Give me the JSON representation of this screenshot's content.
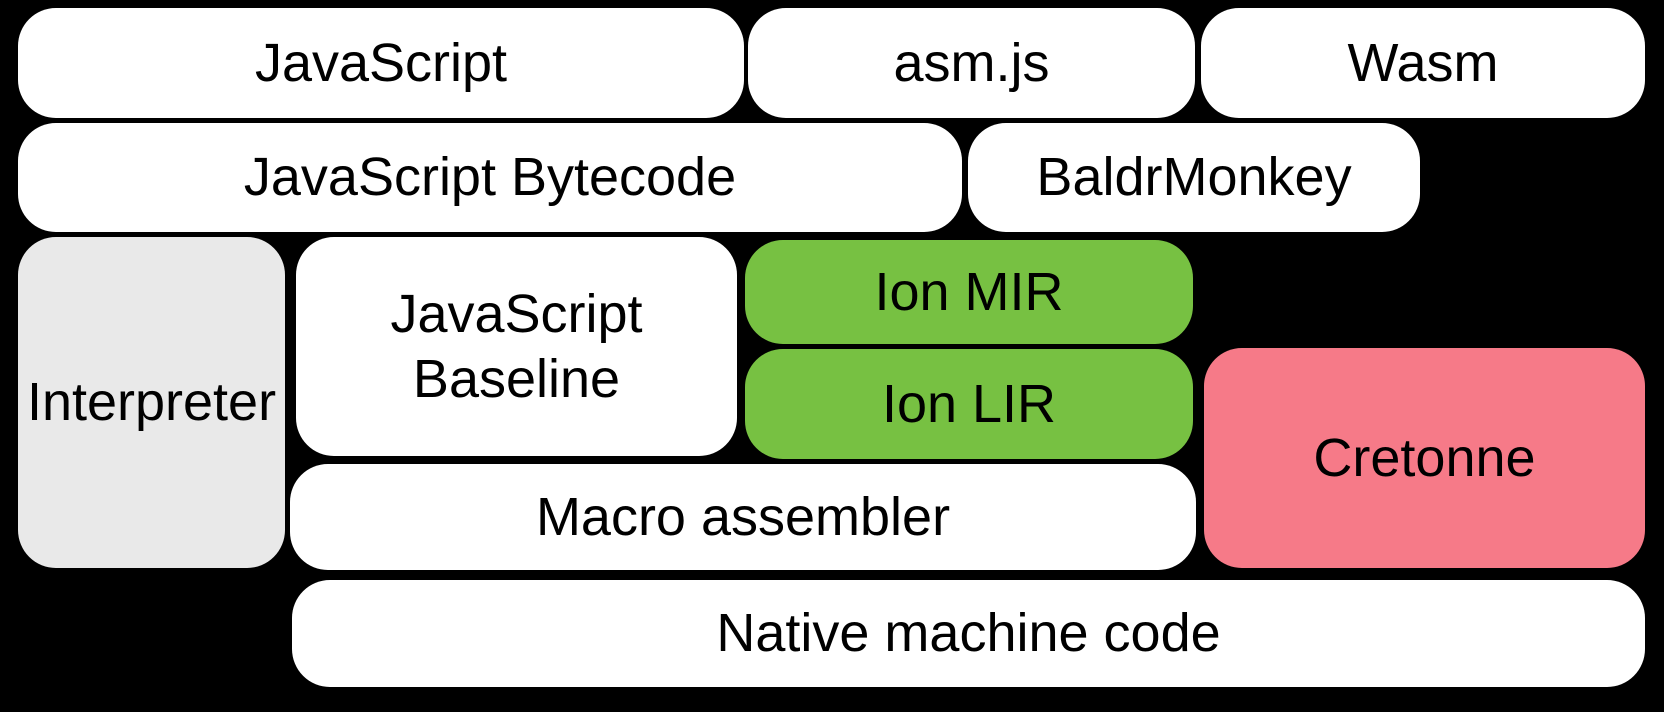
{
  "diagram": {
    "boxes": [
      {
        "id": "javascript",
        "label": "JavaScript"
      },
      {
        "id": "asmjs",
        "label": "asm.js"
      },
      {
        "id": "wasm",
        "label": "Wasm"
      },
      {
        "id": "js-bytecode",
        "label": "JavaScript Bytecode"
      },
      {
        "id": "baldrmonkey",
        "label": "BaldrMonkey"
      },
      {
        "id": "interpreter",
        "label": "Interpreter"
      },
      {
        "id": "js-baseline",
        "label": "JavaScript Baseline"
      },
      {
        "id": "ion-mir",
        "label": "Ion MIR"
      },
      {
        "id": "ion-lir",
        "label": "Ion LIR"
      },
      {
        "id": "cretonne",
        "label": "Cretonne"
      },
      {
        "id": "macro-assembler",
        "label": "Macro assembler"
      },
      {
        "id": "native-machine-code",
        "label": "Native machine code"
      }
    ]
  },
  "palette": {
    "background": "#000000",
    "box_white": "#ffffff",
    "box_gray": "#e9e9e9",
    "box_green": "#77c142",
    "box_pink": "#f67a88",
    "text": "#000000"
  }
}
